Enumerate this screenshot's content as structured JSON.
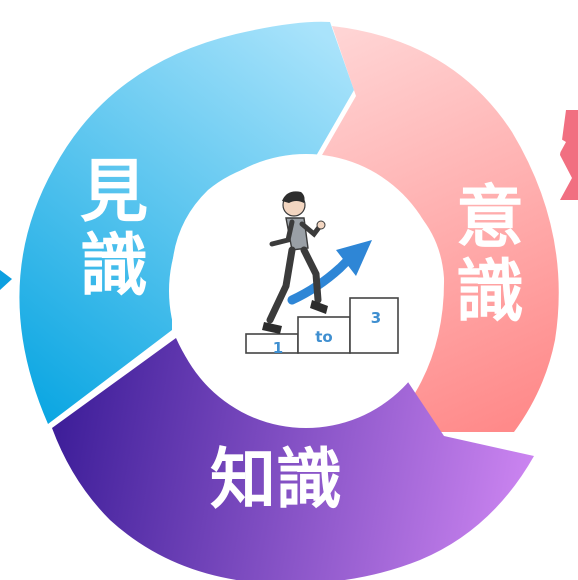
{
  "segments": {
    "top_left": {
      "label_line1": "見",
      "label_line2": "識",
      "gradient": [
        "#0aa6e2",
        "#a9e3fb"
      ]
    },
    "right": {
      "label_line1": "意",
      "label_line2": "識",
      "gradient": [
        "#ffd6d6",
        "#ff8a8a"
      ]
    },
    "bottom": {
      "label": "知識",
      "gradient": [
        "#3f1f9a",
        "#d68cf7"
      ]
    }
  },
  "center": {
    "icon": "climbing-steps-businessman-icon",
    "arrow_color": "#2e86d6",
    "steps": [
      "1",
      "to",
      "3"
    ]
  },
  "colors": {
    "edge_red": "#ef5f73",
    "edge_blue": "#0c9fe0"
  }
}
